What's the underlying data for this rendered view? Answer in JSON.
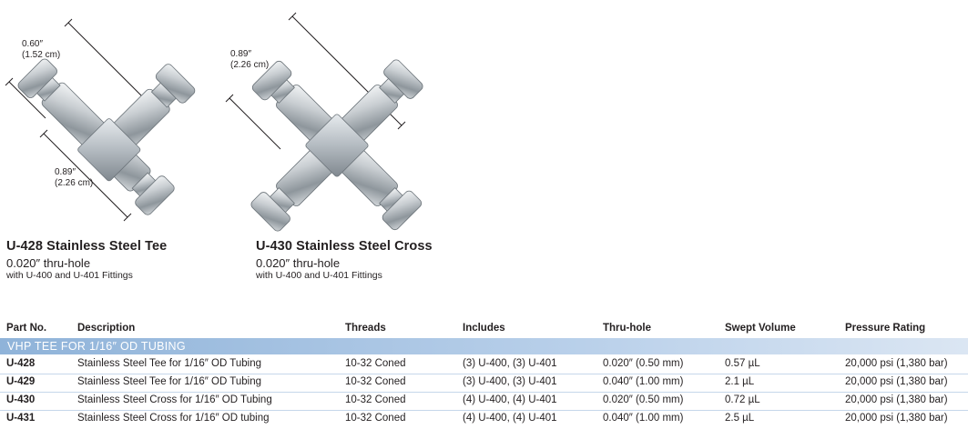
{
  "tee": {
    "dim_top_in": "0.60″",
    "dim_top_cm": "(1.52 cm)",
    "dim_bottom_in": "0.89″",
    "dim_bottom_cm": "(2.26 cm)",
    "title": "U-428 Stainless Steel Tee",
    "subtitle": "0.020″ thru-hole",
    "note": "with U-400 and U-401 Fittings"
  },
  "cross": {
    "dim_in": "0.89″",
    "dim_cm": "(2.26 cm)",
    "title": "U-430 Stainless Steel Cross",
    "subtitle": "0.020″ thru-hole",
    "note": "with U-400 and U-401 Fittings"
  },
  "table": {
    "headers": {
      "part_no": "Part No.",
      "description": "Description",
      "threads": "Threads",
      "includes": "Includes",
      "thru_hole": "Thru-hole",
      "swept_volume": "Swept Volume",
      "pressure_rating": "Pressure Rating"
    },
    "section_title": "VHP TEE FOR 1/16″ OD TUBING",
    "rows": [
      {
        "part_no": "U-428",
        "description": "Stainless Steel Tee for 1/16″ OD Tubing",
        "threads": "10-32 Coned",
        "includes": "(3) U-400, (3) U-401",
        "thru_hole": "0.020″ (0.50 mm)",
        "swept_volume": "0.57 µL",
        "pressure_rating": "20,000 psi (1,380 bar)"
      },
      {
        "part_no": "U-429",
        "description": "Stainless Steel Tee for 1/16″ OD Tubing",
        "threads": "10-32 Coned",
        "includes": "(3) U-400, (3) U-401",
        "thru_hole": "0.040″ (1.00 mm)",
        "swept_volume": "2.1 µL",
        "pressure_rating": "20,000 psi (1,380 bar)"
      },
      {
        "part_no": "U-430",
        "description": "Stainless Steel Cross for 1/16″ OD Tubing",
        "threads": "10-32 Coned",
        "includes": "(4) U-400, (4) U-401",
        "thru_hole": "0.020″ (0.50 mm)",
        "swept_volume": "0.72 µL",
        "pressure_rating": "20,000 psi (1,380 bar)"
      },
      {
        "part_no": "U-431",
        "description": "Stainless Steel Cross for 1/16″ OD tubing",
        "threads": "10-32 Coned",
        "includes": "(4) U-400, (4) U-401",
        "thru_hole": "0.040″ (1.00 mm)",
        "swept_volume": "2.5 µL",
        "pressure_rating": "20,000 psi (1,380 bar)"
      }
    ]
  },
  "colors": {
    "section_band": "#9dbde0",
    "row_separator": "#c6d7ea",
    "text": "#231f20"
  }
}
